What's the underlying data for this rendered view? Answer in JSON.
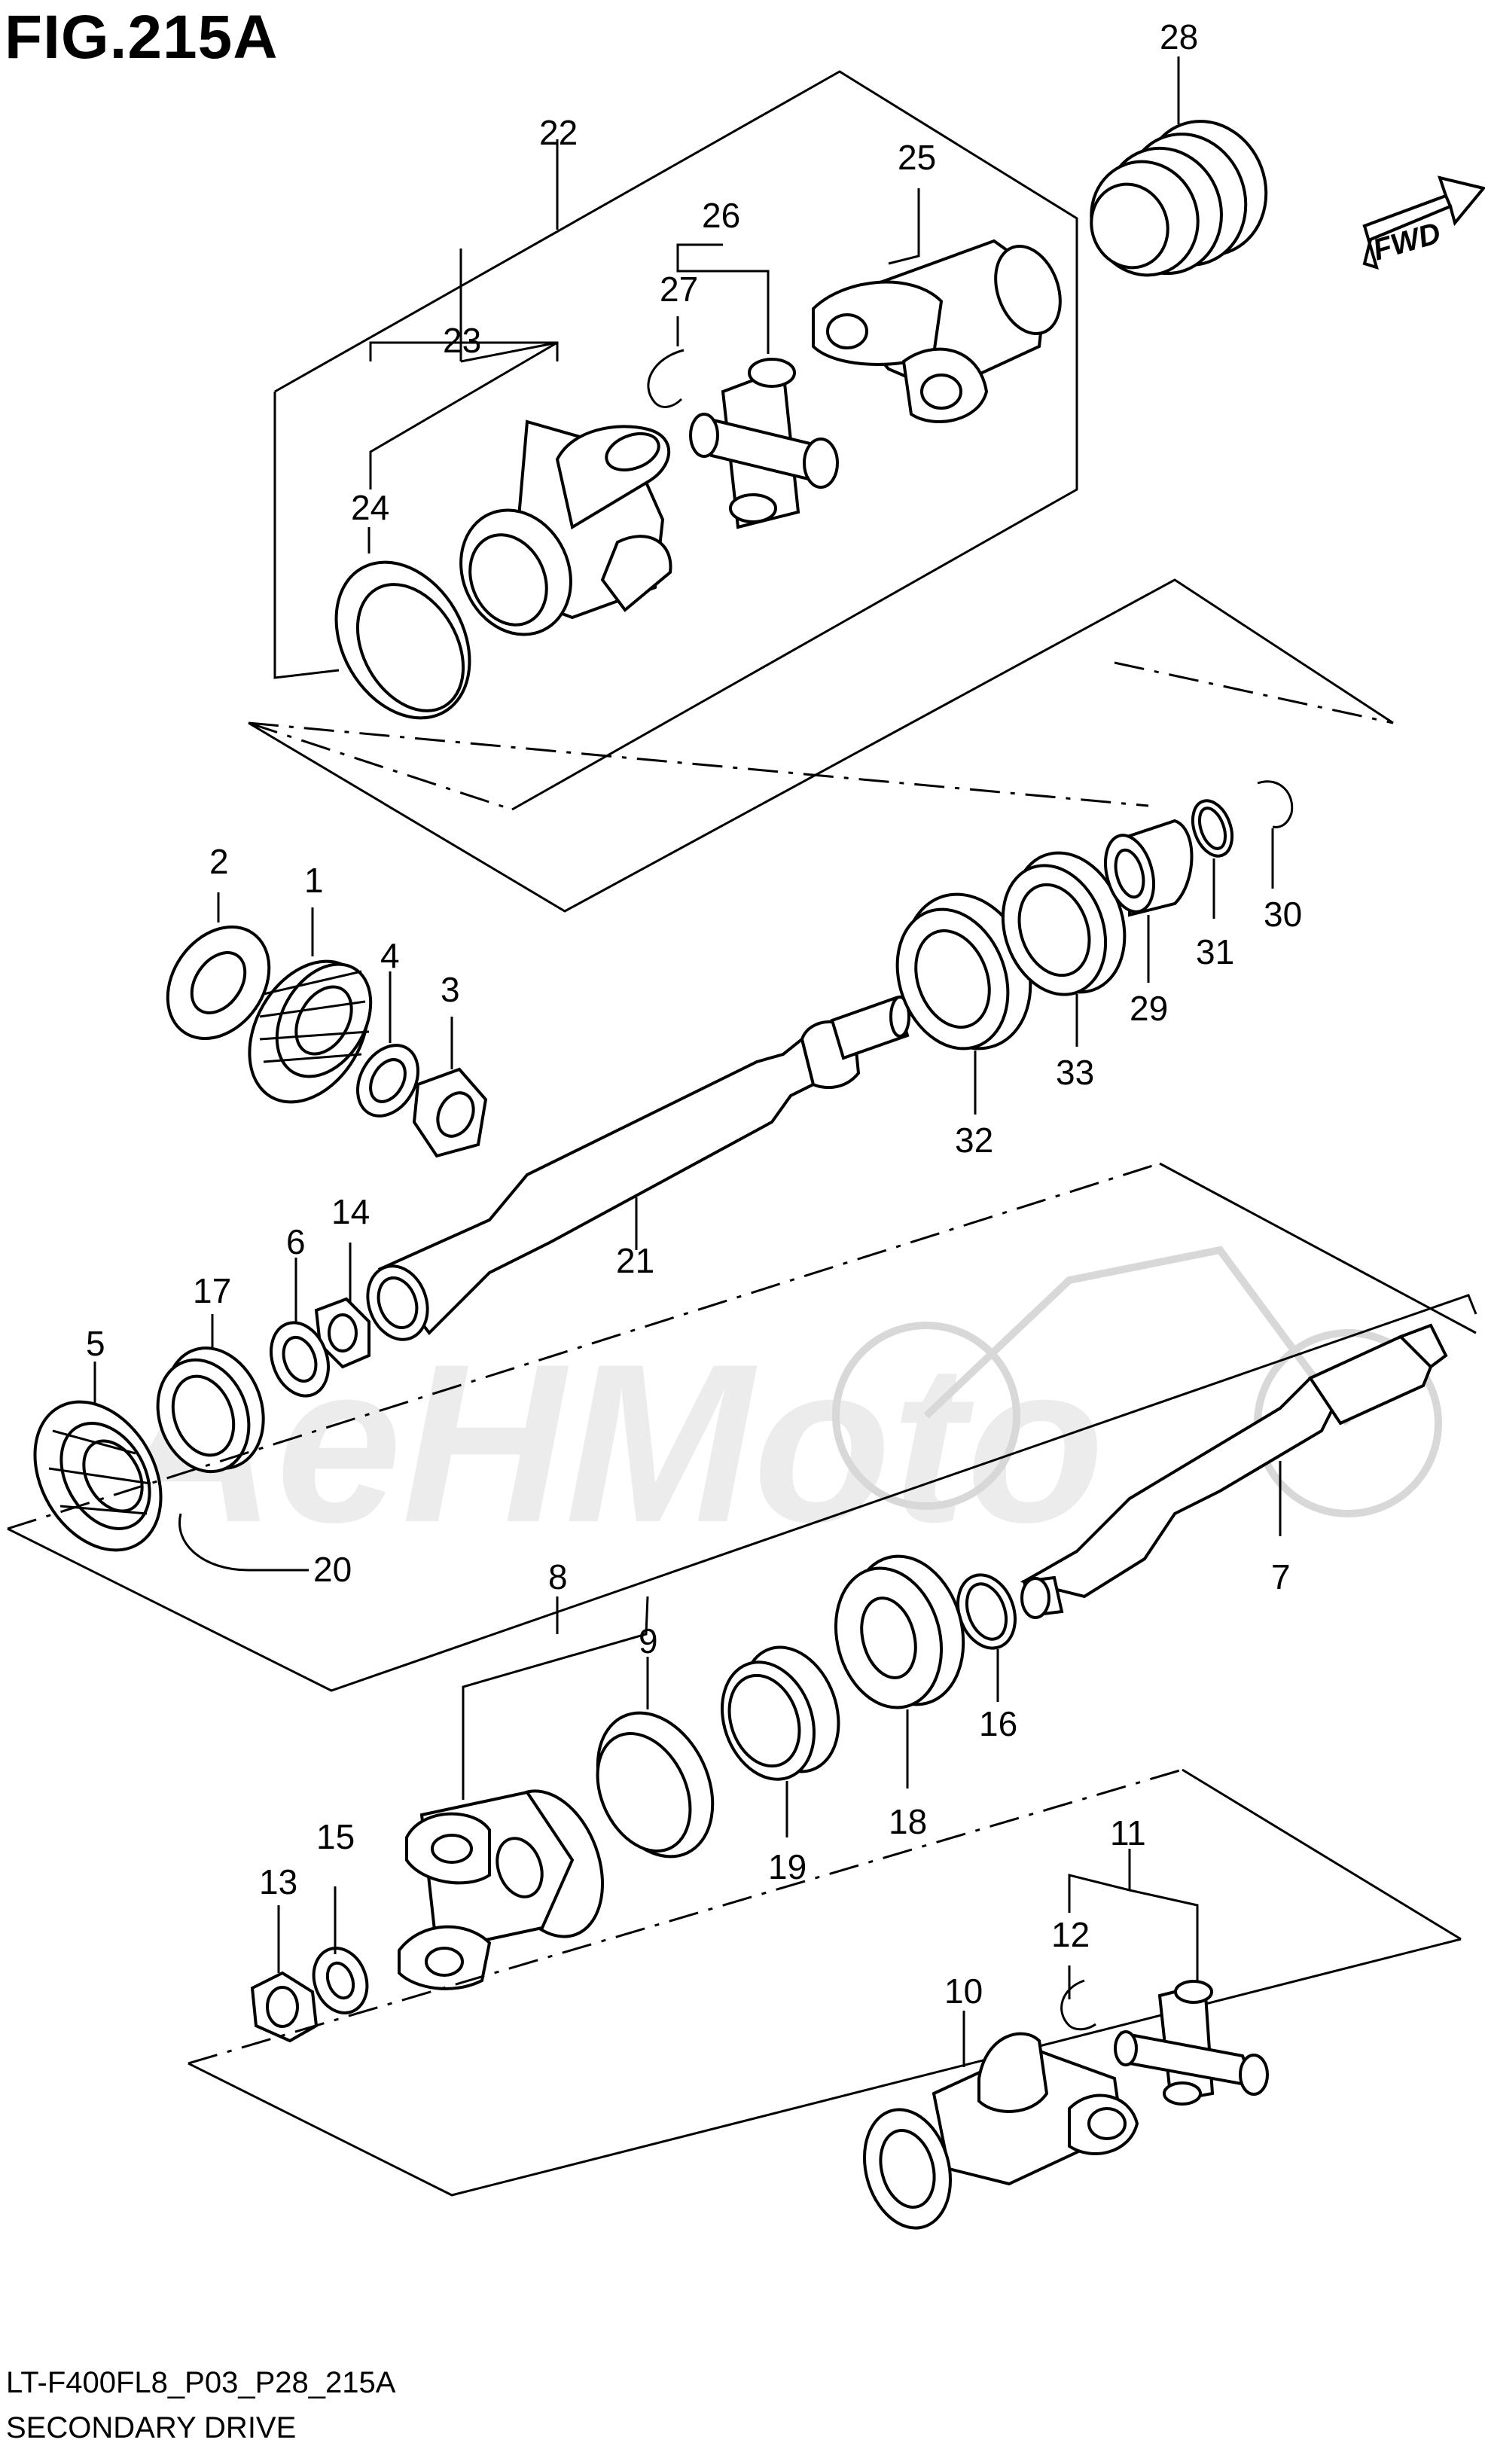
{
  "figure": {
    "title": "FIG.215A",
    "code": "LT-F400FL8_P03_P28_215A",
    "name": "SECONDARY DRIVE",
    "fwd_label": "FWD"
  },
  "watermark": {
    "text": "AeHMoto"
  },
  "part_numbers": [
    "1",
    "2",
    "3",
    "4",
    "5",
    "6",
    "7",
    "8",
    "9",
    "10",
    "11",
    "12",
    "13",
    "14",
    "15",
    "16",
    "17",
    "18",
    "19",
    "20",
    "21",
    "22",
    "23",
    "24",
    "25",
    "26",
    "27",
    "28",
    "29",
    "30",
    "31",
    "32",
    "33"
  ]
}
